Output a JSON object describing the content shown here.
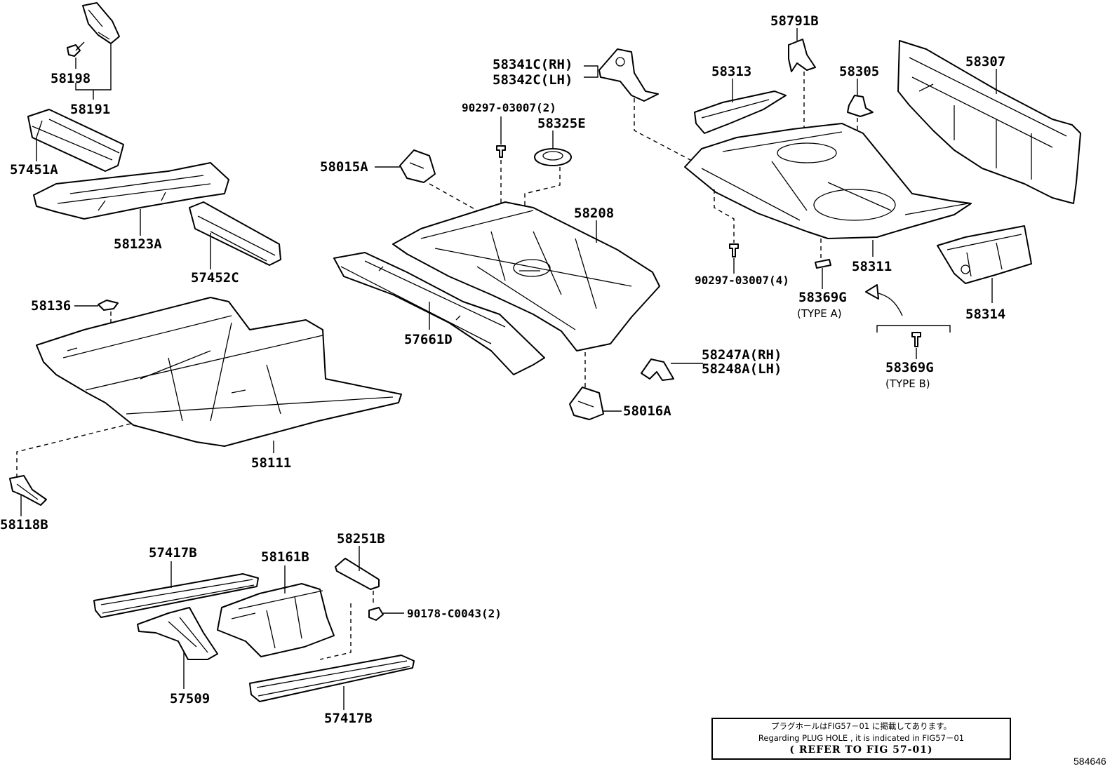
{
  "labels": {
    "p58191": "58191",
    "p58198": "58198",
    "p57451A": "57451A",
    "p58123A": "58123A",
    "p57452C": "57452C",
    "p58136": "58136",
    "p58111": "58111",
    "p58118B": "58118B",
    "p58015A": "58015A",
    "p58325E": "58325E",
    "p90297_2": "90297-03007(2)",
    "p58341C": "58341C(RH)",
    "p58342C": "58342C(LH)",
    "p58208": "58208",
    "p57661D": "57661D",
    "p58247A": "58247A(RH)",
    "p58248A": "58248A(LH)",
    "p58016A": "58016A",
    "p58791B": "58791B",
    "p58313": "58313",
    "p58305": "58305",
    "p58307": "58307",
    "p58311": "58311",
    "p90297_4": "90297-03007(4)",
    "p58369G_a": "58369G",
    "type_a": "(TYPE A)",
    "p58369G_b": "58369G",
    "type_b": "(TYPE B)",
    "p58314": "58314",
    "p57417B_top": "57417B",
    "p58161B": "58161B",
    "p58251B": "58251B",
    "p90178": "90178-C0043(2)",
    "p57509": "57509",
    "p57417B_bottom": "57417B"
  },
  "note": {
    "line_jp": "プラグホールはFIG57－01 に掲載してあります。",
    "line_en": "Regarding  PLUG HOLE , it is  indicated  in  FIG57－01",
    "line_ref": "( REFER TO FIG 57-01)"
  },
  "figure_id": "584646"
}
